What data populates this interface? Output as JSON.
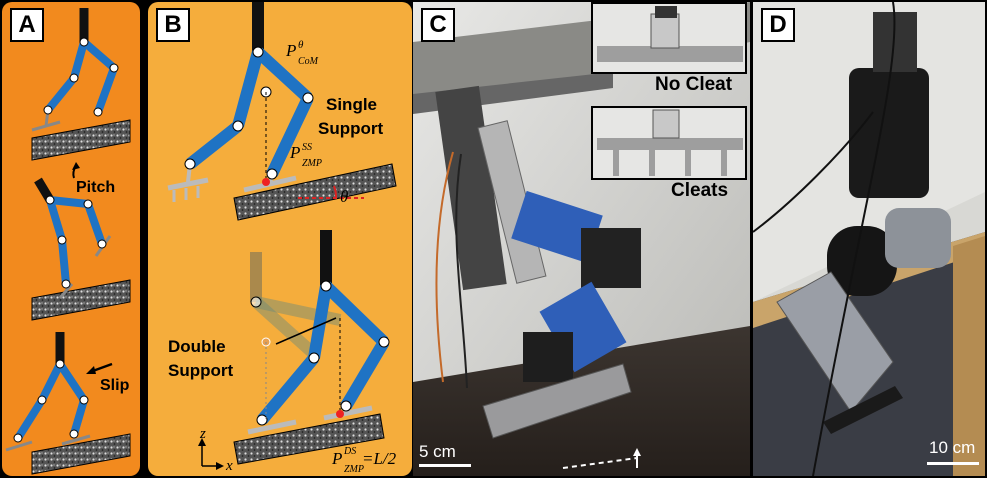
{
  "panels": {
    "a": {
      "label": "A",
      "pitch": "Pitch",
      "slip": "Slip"
    },
    "b": {
      "label": "B",
      "p_com": "P",
      "p_com_sup": "θ",
      "p_com_sub": "CoM",
      "single_support": "Single\nSupport",
      "single_line1": "Single",
      "single_line2": "Support",
      "p_zmp_ss": "P",
      "p_zmp_ss_sup": "SS",
      "p_zmp_ss_sub": "ZMP",
      "theta": "θ",
      "double_line1": "Double",
      "double_line2": "Support",
      "axis_z": "z",
      "axis_x": "x",
      "p_zmp_ds": "P",
      "p_zmp_ds_sup": "DS",
      "p_zmp_ds_sub": "ZMP",
      "p_zmp_ds_eq": "=L/2"
    },
    "c": {
      "label": "C",
      "no_cleat": "No Cleat",
      "cleats": "Cleats",
      "scale": "5 cm"
    },
    "d": {
      "label": "D",
      "scale": "10 cm"
    }
  },
  "colors": {
    "panel_a_bg": "#f28a1e",
    "panel_b_bg": "#f5ad3c",
    "leg_blue": "#1f73c4",
    "leg_black": "#111111"
  }
}
